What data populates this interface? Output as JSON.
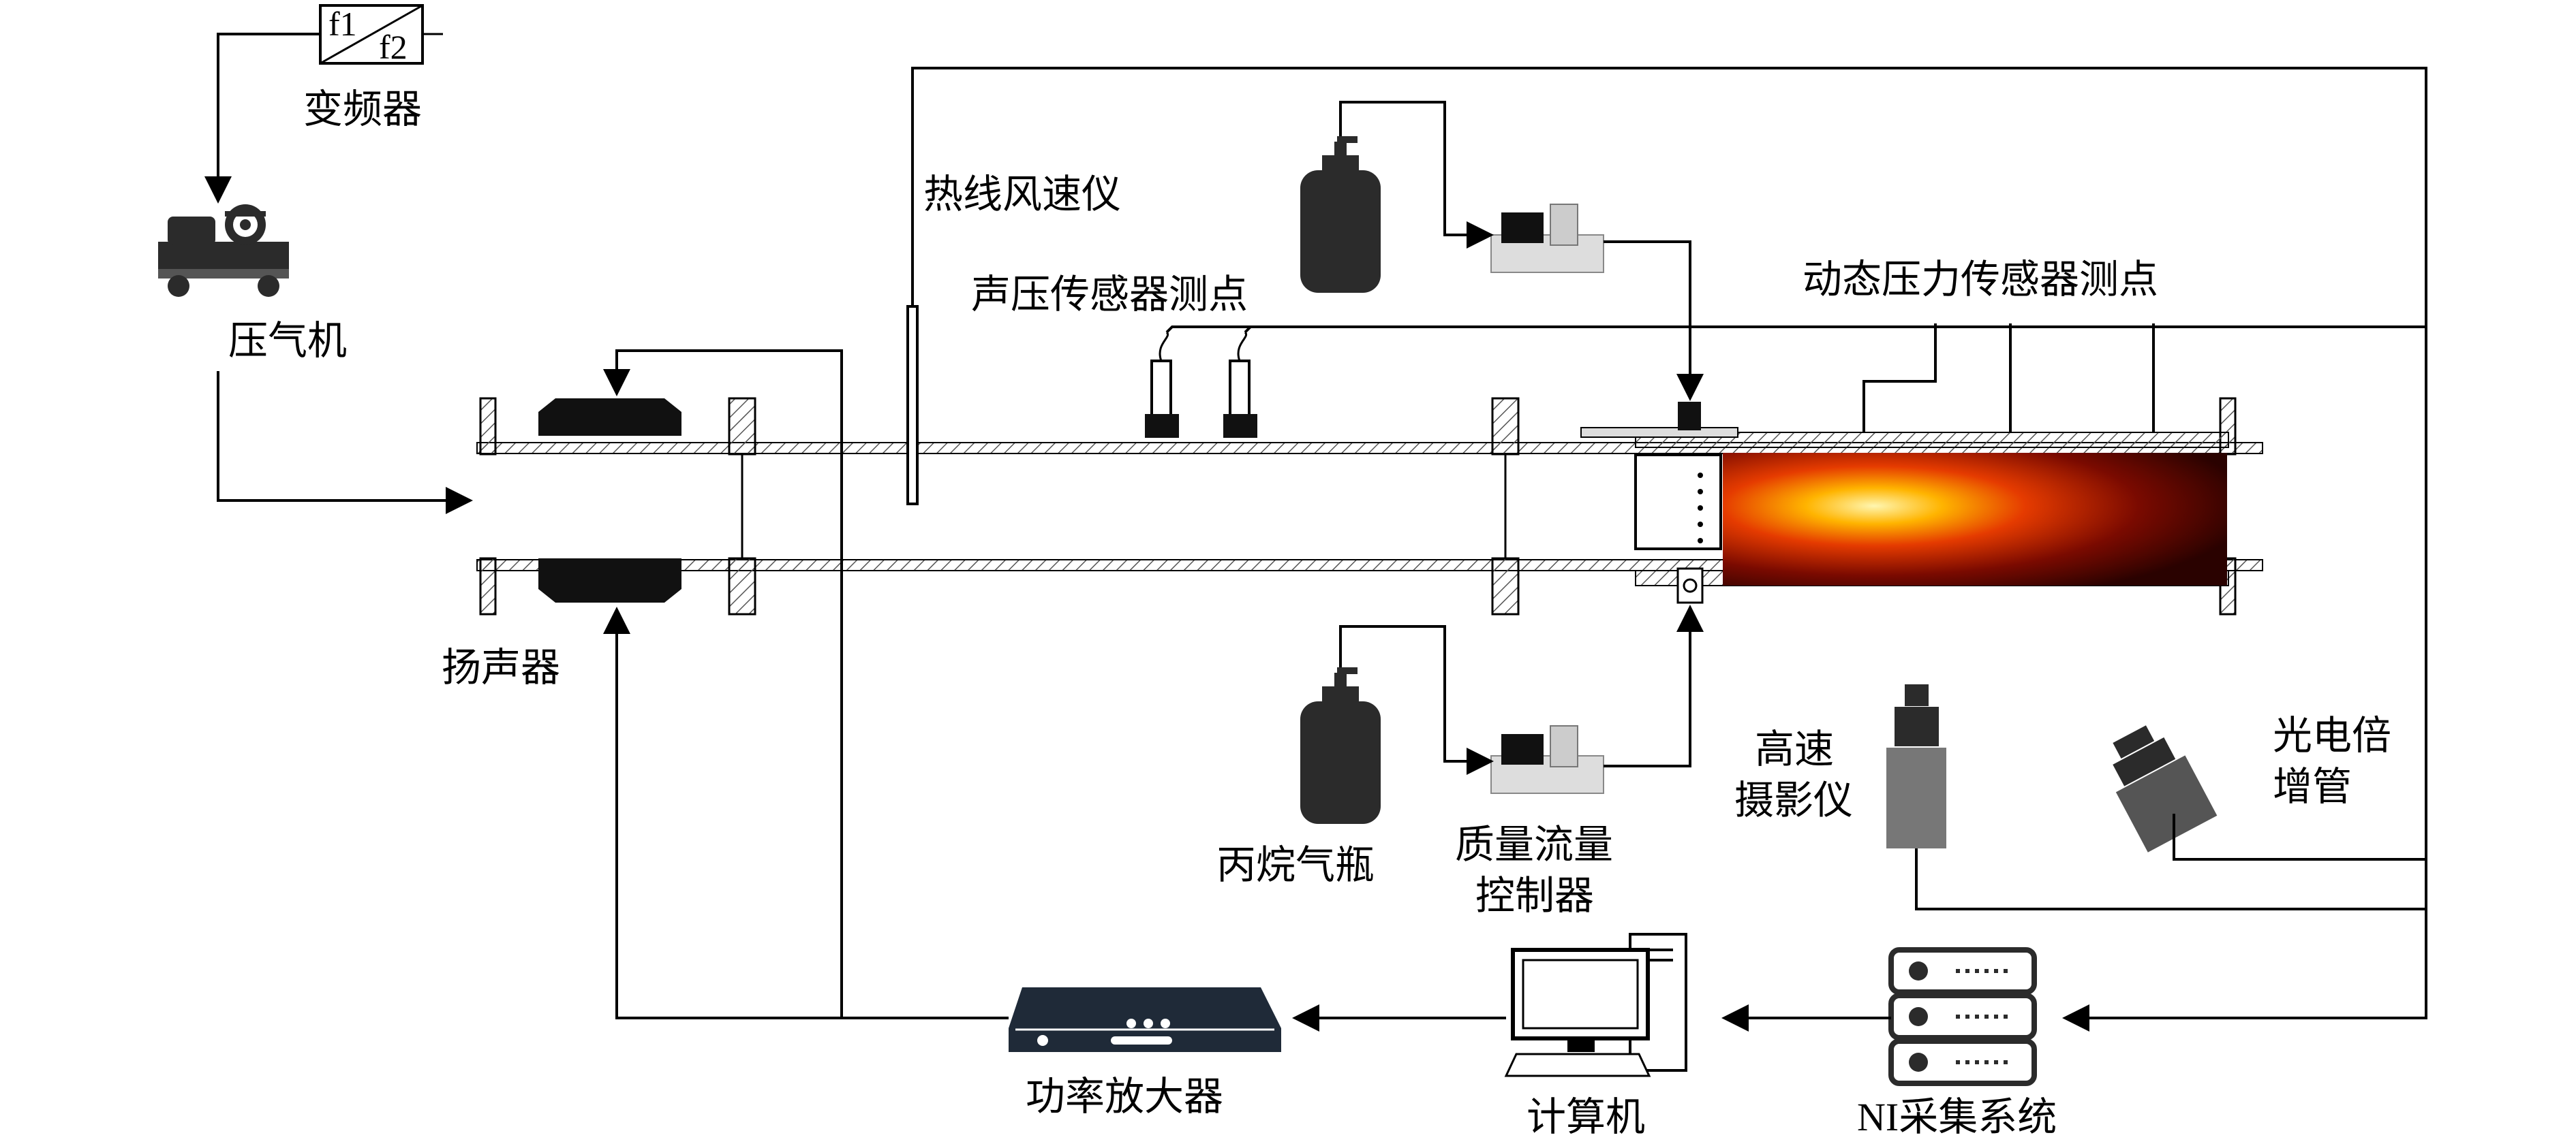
{
  "labels": {
    "inverter_f1": "f1",
    "inverter_f2": "f2",
    "inverter": "变频器",
    "compressor": "压气机",
    "hotwire": "热线风速仪",
    "acoustic_sensor": "声压传感器测点",
    "dynamic_pressure": "动态压力传感器测点",
    "speaker": "扬声器",
    "propane_bottle": "丙烷气瓶",
    "mfc_line1": "质量流量",
    "mfc_line2": "控制器",
    "highspeed_line1": "高速",
    "highspeed_line2": "摄影仪",
    "pmt_line1": "光电倍",
    "pmt_line2": "增管",
    "amplifier": "功率放大器",
    "computer": "计算机",
    "ni_system": "NI采集系统"
  },
  "colors": {
    "line": "#000000",
    "device_dark": "#2b2b2b",
    "flame_hot": "#fff3a0",
    "flame_mid": "#ff7a00",
    "flame_dark": "#3a0300"
  }
}
